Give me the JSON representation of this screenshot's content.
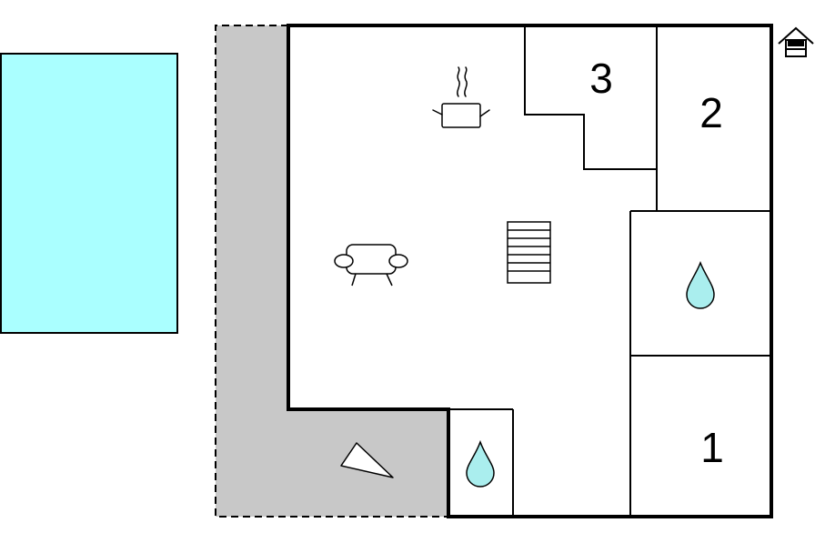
{
  "floorplan": {
    "rooms": [
      {
        "id": "bedroom-1",
        "label": "1",
        "type": "bedroom"
      },
      {
        "id": "bedroom-2",
        "label": "2",
        "type": "bedroom"
      },
      {
        "id": "bedroom-3",
        "label": "3",
        "type": "bedroom"
      },
      {
        "id": "bathroom-main",
        "label": "",
        "type": "bathroom",
        "icon": "water-drop-icon"
      },
      {
        "id": "bathroom-small",
        "label": "",
        "type": "bathroom",
        "icon": "water-drop-icon"
      },
      {
        "id": "living-area",
        "label": "",
        "type": "living",
        "icons": [
          "cooking-pot-icon",
          "sofa-icon",
          "staircase-icon"
        ]
      },
      {
        "id": "terrace",
        "label": "",
        "type": "terrace",
        "icon": "deckchair-icon"
      },
      {
        "id": "pool",
        "label": "",
        "type": "pool"
      }
    ],
    "icons": {
      "entrance": "house-entrance-icon",
      "kitchen": "cooking-pot-icon",
      "living": "sofa-icon",
      "stairs": "staircase-icon",
      "bathroom": "water-drop-icon",
      "terrace": "deckchair-icon"
    },
    "colors": {
      "pool": "#aaffff",
      "terrace": "#c8c8c8",
      "water": "#aaeeee",
      "wall": "#000000",
      "floor": "#ffffff"
    }
  }
}
